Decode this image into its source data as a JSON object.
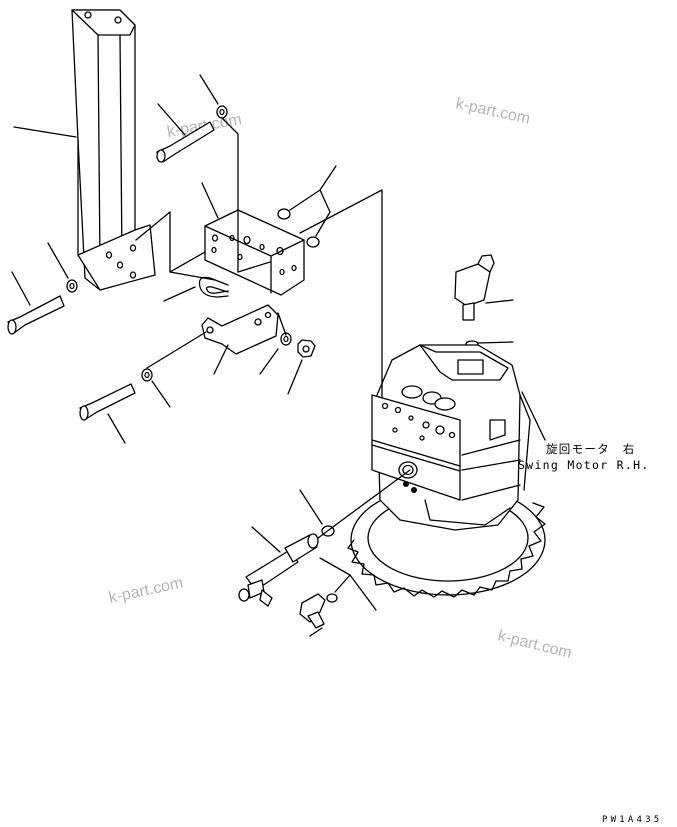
{
  "label": {
    "japanese": "旋回モータ　右",
    "english": "Swing Motor R.H."
  },
  "code": "PW1A435",
  "watermark": "k-part.com",
  "icons": [
    "stay-bracket-icon",
    "bolt-icon",
    "washer-icon",
    "block-icon",
    "o-ring-icon",
    "u-bolt-icon",
    "clamp-icon",
    "nut-icon",
    "elbow-icon",
    "connector-icon",
    "swing-motor-icon"
  ]
}
